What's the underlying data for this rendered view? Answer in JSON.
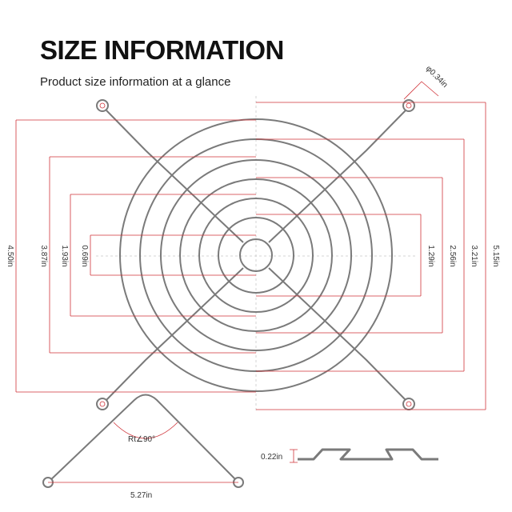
{
  "header": {
    "title": "SIZE INFORMATION",
    "subtitle": "Product size information at a glance"
  },
  "colors": {
    "wire": "#7a7a7a",
    "dimension_line": "#d0343a",
    "guide_line": "#c9c9c9",
    "text": "#333333"
  },
  "dimensions": {
    "ring_1": "0.69in",
    "ring_2": "1.93in",
    "ring_3": "3.87in",
    "ring_4": "4.50in",
    "ring_5": "1.29in",
    "ring_6": "2.56in",
    "ring_7": "3.21in",
    "overall": "5.15in",
    "hole": "φ0.34in",
    "depth": "0.22in",
    "bracket_width": "5.27in",
    "angle": "Rt∠90°"
  }
}
